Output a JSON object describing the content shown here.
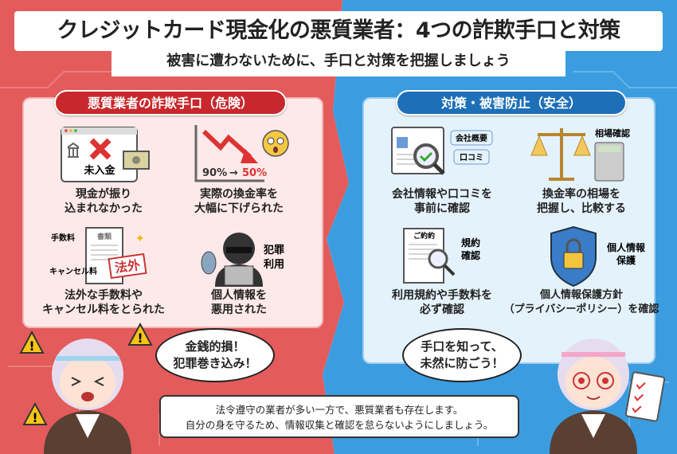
{
  "header": {
    "title": "クレジットカード現金化の悪質業者：4つの詐欺手口と対策",
    "subtitle": "被害に遭わないために、手口と対策を把握しましょう"
  },
  "danger": {
    "heading": "悪質業者の詐欺手口（危険）",
    "color": "#c8282c",
    "items": [
      {
        "icon": "unpaid-bank-transfer-icon",
        "icon_text": "未入金",
        "caption": [
          "現金が振り",
          "込まれなかった"
        ]
      },
      {
        "icon": "falling-rate-chart-icon",
        "icon_text_from": "90%",
        "icon_text_to": "50%",
        "caption": [
          "実際の換金率を",
          "大幅に下げられた"
        ]
      },
      {
        "icon": "invoice-illegal-fee-icon",
        "labels": [
          "手数料",
          "キャンセル料",
          "法外",
          "書類"
        ],
        "caption": [
          "法外な手数料や",
          "キャンセル料をとられた"
        ]
      },
      {
        "icon": "hacker-icon",
        "label": [
          "犯罪",
          "利用"
        ],
        "caption": [
          "個人情報を",
          "悪用された"
        ]
      }
    ],
    "speech": [
      "金銭的損！",
      "犯罪巻き込み！"
    ]
  },
  "safety": {
    "heading": "対策・被害防止（安全）",
    "color": "#1d6fb8",
    "items": [
      {
        "icon": "magnifier-check-icon",
        "tags": [
          "会社概要",
          "口コミ"
        ],
        "caption": [
          "会社情報や口コミを",
          "事前に確認"
        ]
      },
      {
        "icon": "scale-calculator-icon",
        "label": "相場確認",
        "caption": [
          "換金率の相場を",
          "把握し、比較する"
        ]
      },
      {
        "icon": "contract-magnifier-icon",
        "doc_title": "ご約約",
        "label": [
          "規約",
          "確認"
        ],
        "caption": [
          "利用規約や手数料を",
          "必ず確認"
        ]
      },
      {
        "icon": "shield-lock-icon",
        "label": [
          "個人情報",
          "保護"
        ],
        "caption": [
          "個人情報保護方針",
          "（プライバシーポリシー）を確認"
        ]
      }
    ],
    "speech": [
      "手口を知って、",
      "未然に防ごう！"
    ]
  },
  "note": [
    "法令遵守の業者が多い一方で、悪質業者も存在します。",
    "自分の身を守るため、情報収集と確認を怠らないようにしましょう。"
  ],
  "colors": {
    "danger_bg": "#e35b5b",
    "safety_bg": "#3b9de0"
  }
}
